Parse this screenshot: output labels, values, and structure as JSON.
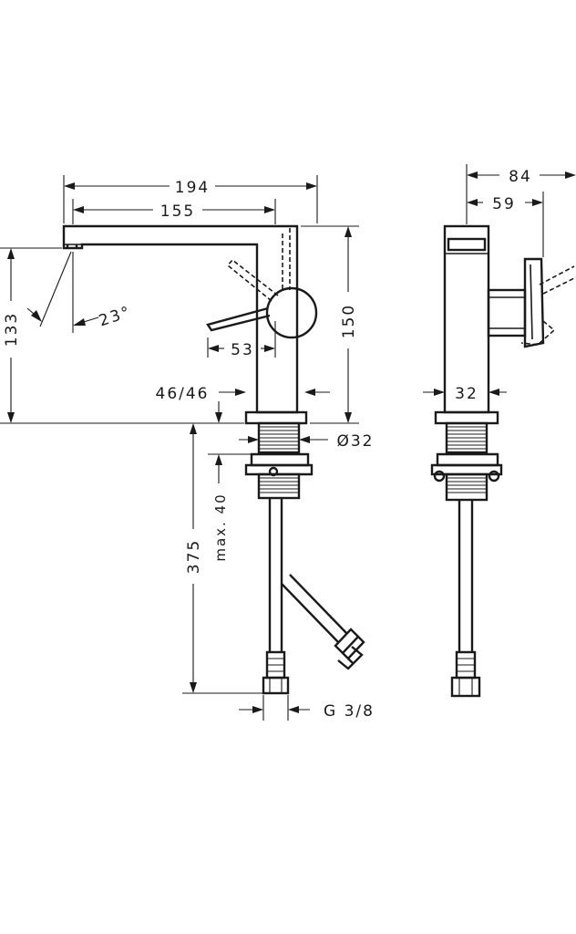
{
  "dimensions": {
    "overall_length": "194",
    "spout_reach": "155",
    "spout_height": "133",
    "lever_angle": "23°",
    "lever_length": "53",
    "body_height": "150",
    "hole_size": "46/46",
    "shank_diameter": "Ø32",
    "max_countertop": "max. 40",
    "hose_length": "375",
    "thread_connection": "G 3/8",
    "side_depth": "84",
    "side_handle_offset": "59",
    "side_body_width": "32"
  },
  "colors": {
    "line": "#1a1a1a",
    "background": "#ffffff"
  }
}
